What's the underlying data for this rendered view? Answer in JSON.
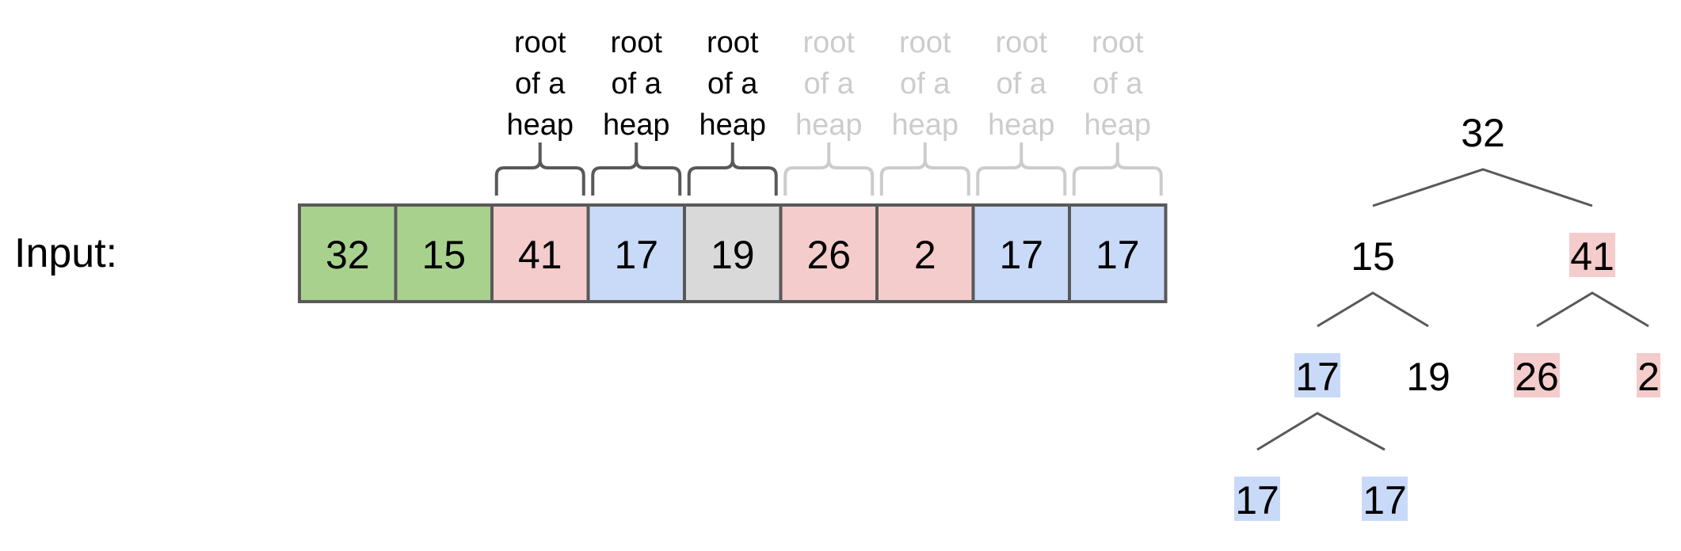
{
  "input_label": "Input:",
  "caption_lines": [
    "root",
    "of a",
    "heap"
  ],
  "colors": {
    "green": "#a9d18e",
    "pink": "#f4cccc",
    "blue": "#c9daf8",
    "gray": "#d9d9d9",
    "active_caption": "#000000",
    "inactive_caption": "#cccccc",
    "active_brace": "#595959",
    "inactive_brace": "#cccccc",
    "cell_border": "#595959",
    "tree_line": "#595959"
  },
  "array": [
    {
      "value": "32",
      "color": "green"
    },
    {
      "value": "15",
      "color": "green"
    },
    {
      "value": "41",
      "color": "pink"
    },
    {
      "value": "17",
      "color": "blue"
    },
    {
      "value": "19",
      "color": "gray"
    },
    {
      "value": "26",
      "color": "pink"
    },
    {
      "value": "2",
      "color": "pink"
    },
    {
      "value": "17",
      "color": "blue"
    },
    {
      "value": "17",
      "color": "blue"
    }
  ],
  "heap_roots": [
    {
      "index": 2,
      "active": true
    },
    {
      "index": 3,
      "active": true
    },
    {
      "index": 4,
      "active": true
    },
    {
      "index": 5,
      "active": false
    },
    {
      "index": 6,
      "active": false
    },
    {
      "index": 7,
      "active": false
    },
    {
      "index": 8,
      "active": false
    }
  ],
  "tree": {
    "nodes": [
      {
        "value": "32",
        "highlight": "none"
      },
      {
        "value": "15",
        "highlight": "none"
      },
      {
        "value": "41",
        "highlight": "pink"
      },
      {
        "value": "17",
        "highlight": "blue"
      },
      {
        "value": "19",
        "highlight": "none"
      },
      {
        "value": "26",
        "highlight": "pink"
      },
      {
        "value": "2",
        "highlight": "pink"
      },
      {
        "value": "17",
        "highlight": "blue"
      },
      {
        "value": "17",
        "highlight": "blue"
      }
    ]
  }
}
